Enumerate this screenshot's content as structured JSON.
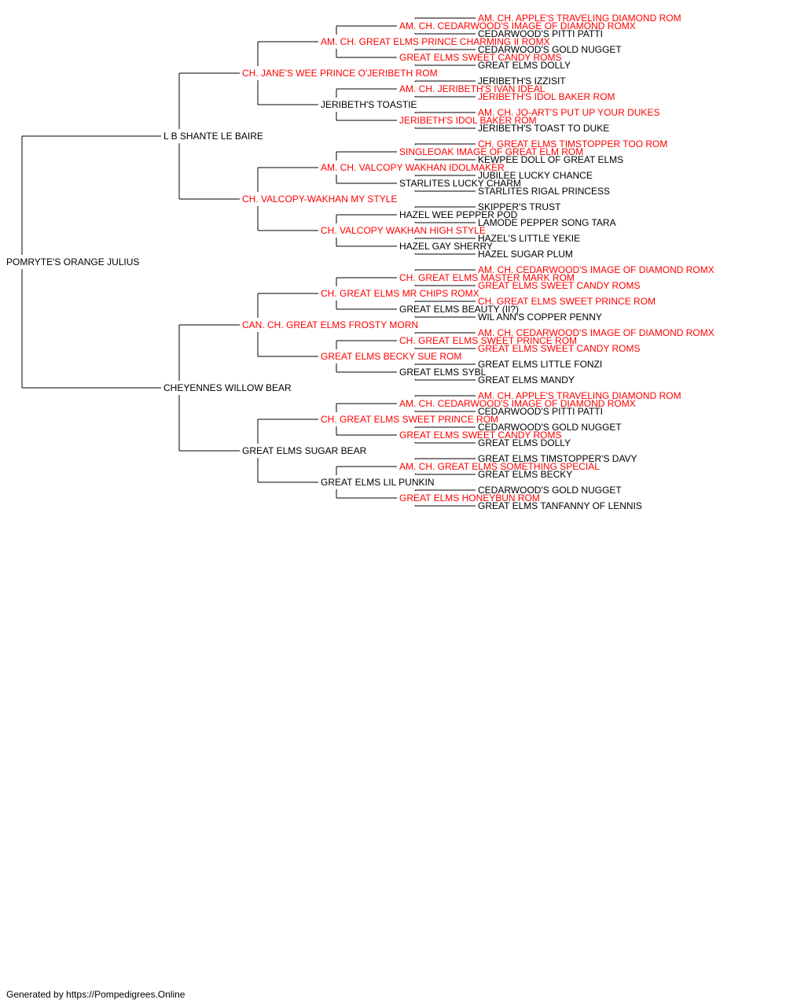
{
  "colors": {
    "champion": "#ff0000",
    "normal": "#000000",
    "line": "#000000"
  },
  "pedigree": {
    "name": "POMRYTE'S ORANGE JULIUS",
    "champion": false,
    "sire": {
      "name": "L B SHANTE LE BAIRE",
      "champion": false,
      "sire": {
        "name": "CH. JANE'S WEE PRINCE O'JERIBETH ROM",
        "champion": true,
        "sire": {
          "name": "AM. CH. GREAT ELMS PRINCE CHARMING II ROMX",
          "champion": true,
          "sire": {
            "name": "AM. CH. CEDARWOOD'S IMAGE OF DIAMOND ROMX",
            "champion": true,
            "sire": {
              "name": "AM. CH. APPLE'S TRAVELING DIAMOND ROM",
              "champion": true
            },
            "dam": {
              "name": "CEDARWOOD'S PITTI PATTI",
              "champion": false
            }
          },
          "dam": {
            "name": "GREAT ELMS SWEET CANDY ROMS",
            "champion": true,
            "sire": {
              "name": "CEDARWOOD'S GOLD NUGGET",
              "champion": false
            },
            "dam": {
              "name": "GREAT ELMS DOLLY",
              "champion": false
            }
          }
        },
        "dam": {
          "name": "JERIBETH'S TOASTIE",
          "champion": false,
          "sire": {
            "name": "AM. CH. JERIBETH'S IVAN IDEAL",
            "champion": true,
            "sire": {
              "name": "JERIBETH'S IZZISIT",
              "champion": false
            },
            "dam": {
              "name": "JERIBETH'S IDOL BAKER ROM",
              "champion": true
            }
          },
          "dam": {
            "name": "JERIBETH'S IDOL BAKER ROM",
            "champion": true,
            "sire": {
              "name": "AM. CH. JO-ART'S PUT UP YOUR DUKES",
              "champion": true
            },
            "dam": {
              "name": "JERIBETH'S TOAST TO DUKE",
              "champion": false
            }
          }
        }
      },
      "dam": {
        "name": "CH. VALCOPY-WAKHAN MY STYLE",
        "champion": true,
        "sire": {
          "name": "AM. CH. VALCOPY WAKHAN IDOLMAKER",
          "champion": true,
          "sire": {
            "name": "SINGLEOAK IMAGE OF GREAT ELM ROM",
            "champion": true,
            "sire": {
              "name": "CH. GREAT ELMS TIMSTOPPER TOO ROM",
              "champion": true
            },
            "dam": {
              "name": "KEWPEE DOLL OF GREAT ELMS",
              "champion": false
            }
          },
          "dam": {
            "name": "STARLITES LUCKY CHARM",
            "champion": false,
            "sire": {
              "name": "JUBILEE LUCKY CHANCE",
              "champion": false
            },
            "dam": {
              "name": "STARLITES RIGAL PRINCESS",
              "champion": false
            }
          }
        },
        "dam": {
          "name": "CH. VALCOPY WAKHAN HIGH STYLE",
          "champion": true,
          "sire": {
            "name": "HAZEL WEE PEPPER POD",
            "champion": false,
            "sire": {
              "name": "SKIPPER'S TRUST",
              "champion": false
            },
            "dam": {
              "name": "LAMODE PEPPER SONG TARA",
              "champion": false
            }
          },
          "dam": {
            "name": "HAZEL GAY SHERRY",
            "champion": false,
            "sire": {
              "name": "HAZEL'S LITTLE YEKIE",
              "champion": false
            },
            "dam": {
              "name": "HAZEL SUGAR PLUM",
              "champion": false
            }
          }
        }
      }
    },
    "dam": {
      "name": "CHEYENNES WILLOW BEAR",
      "champion": false,
      "sire": {
        "name": "CAN. CH. GREAT ELMS FROSTY MORN",
        "champion": true,
        "sire": {
          "name": "CH. GREAT ELMS MR CHIPS ROMX",
          "champion": true,
          "sire": {
            "name": "CH. GREAT ELMS MASTER MARK ROM",
            "champion": true,
            "sire": {
              "name": "AM. CH. CEDARWOOD'S IMAGE OF DIAMOND ROMX",
              "champion": true
            },
            "dam": {
              "name": "GREAT ELMS SWEET CANDY ROMS",
              "champion": true
            }
          },
          "dam": {
            "name": "GREAT ELMS BEAUTY (II?)",
            "champion": false,
            "sire": {
              "name": "CH. GREAT ELMS SWEET PRINCE ROM",
              "champion": true
            },
            "dam": {
              "name": "WIL ANN'S COPPER PENNY",
              "champion": false
            }
          }
        },
        "dam": {
          "name": "GREAT ELMS BECKY SUE ROM",
          "champion": true,
          "sire": {
            "name": "CH. GREAT ELMS SWEET PRINCE ROM",
            "champion": true,
            "sire": {
              "name": "AM. CH. CEDARWOOD'S IMAGE OF DIAMOND ROMX",
              "champion": true
            },
            "dam": {
              "name": "GREAT ELMS SWEET CANDY ROMS",
              "champion": true
            }
          },
          "dam": {
            "name": "GREAT ELMS SYBL",
            "champion": false,
            "sire": {
              "name": "GREAT ELMS LITTLE FONZI",
              "champion": false
            },
            "dam": {
              "name": "GREAT ELMS MANDY",
              "champion": false
            }
          }
        }
      },
      "dam": {
        "name": "GREAT ELMS SUGAR BEAR",
        "champion": false,
        "sire": {
          "name": "CH. GREAT ELMS SWEET PRINCE ROM",
          "champion": true,
          "sire": {
            "name": "AM. CH. CEDARWOOD'S IMAGE OF DIAMOND ROMX",
            "champion": true,
            "sire": {
              "name": "AM. CH. APPLE'S TRAVELING DIAMOND ROM",
              "champion": true
            },
            "dam": {
              "name": "CEDARWOOD'S PITTI PATTI",
              "champion": false
            }
          },
          "dam": {
            "name": "GREAT ELMS SWEET CANDY ROMS",
            "champion": true,
            "sire": {
              "name": "CEDARWOOD'S GOLD NUGGET",
              "champion": false
            },
            "dam": {
              "name": "GREAT ELMS DOLLY",
              "champion": false
            }
          }
        },
        "dam": {
          "name": "GREAT ELMS LIL PUNKIN",
          "champion": false,
          "sire": {
            "name": "AM. CH. GREAT ELMS SOMETHING SPECIAL",
            "champion": true,
            "sire": {
              "name": "GREAT ELMS TIMSTOPPER'S DAVY",
              "champion": false
            },
            "dam": {
              "name": "GREAT ELMS BECKY",
              "champion": false
            }
          },
          "dam": {
            "name": "GREAT ELMS HONEYBUN ROM",
            "champion": true,
            "sire": {
              "name": "CEDARWOOD'S GOLD NUGGET",
              "champion": false
            },
            "dam": {
              "name": "GREAT ELMS TANFANNY OF LENNIS",
              "champion": false
            }
          }
        }
      }
    }
  },
  "footer": {
    "text": "Generated by https://Pompedigrees.Online"
  }
}
